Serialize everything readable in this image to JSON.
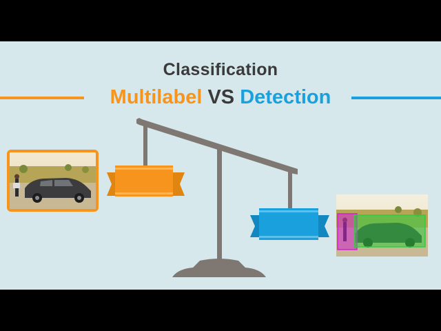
{
  "header": {
    "title": "Classification",
    "subtitle_left": "Multilabel",
    "subtitle_mid": "VS",
    "subtitle_right": "Detection"
  },
  "colors": {
    "orange": "#f7941d",
    "blue": "#1aa0dd",
    "background": "#d6e8ec",
    "scale": "#7f7872",
    "text": "#3a3a3a",
    "person_box": "#d020d0",
    "car_box": "#2ecc40"
  },
  "images": {
    "left": "car-with-person-photo",
    "right": "car-with-person-detection-photo"
  },
  "icons": {
    "scale": "balance-scale-icon",
    "banner_left": "orange-ribbon-banner-icon",
    "banner_right": "blue-ribbon-banner-icon"
  }
}
